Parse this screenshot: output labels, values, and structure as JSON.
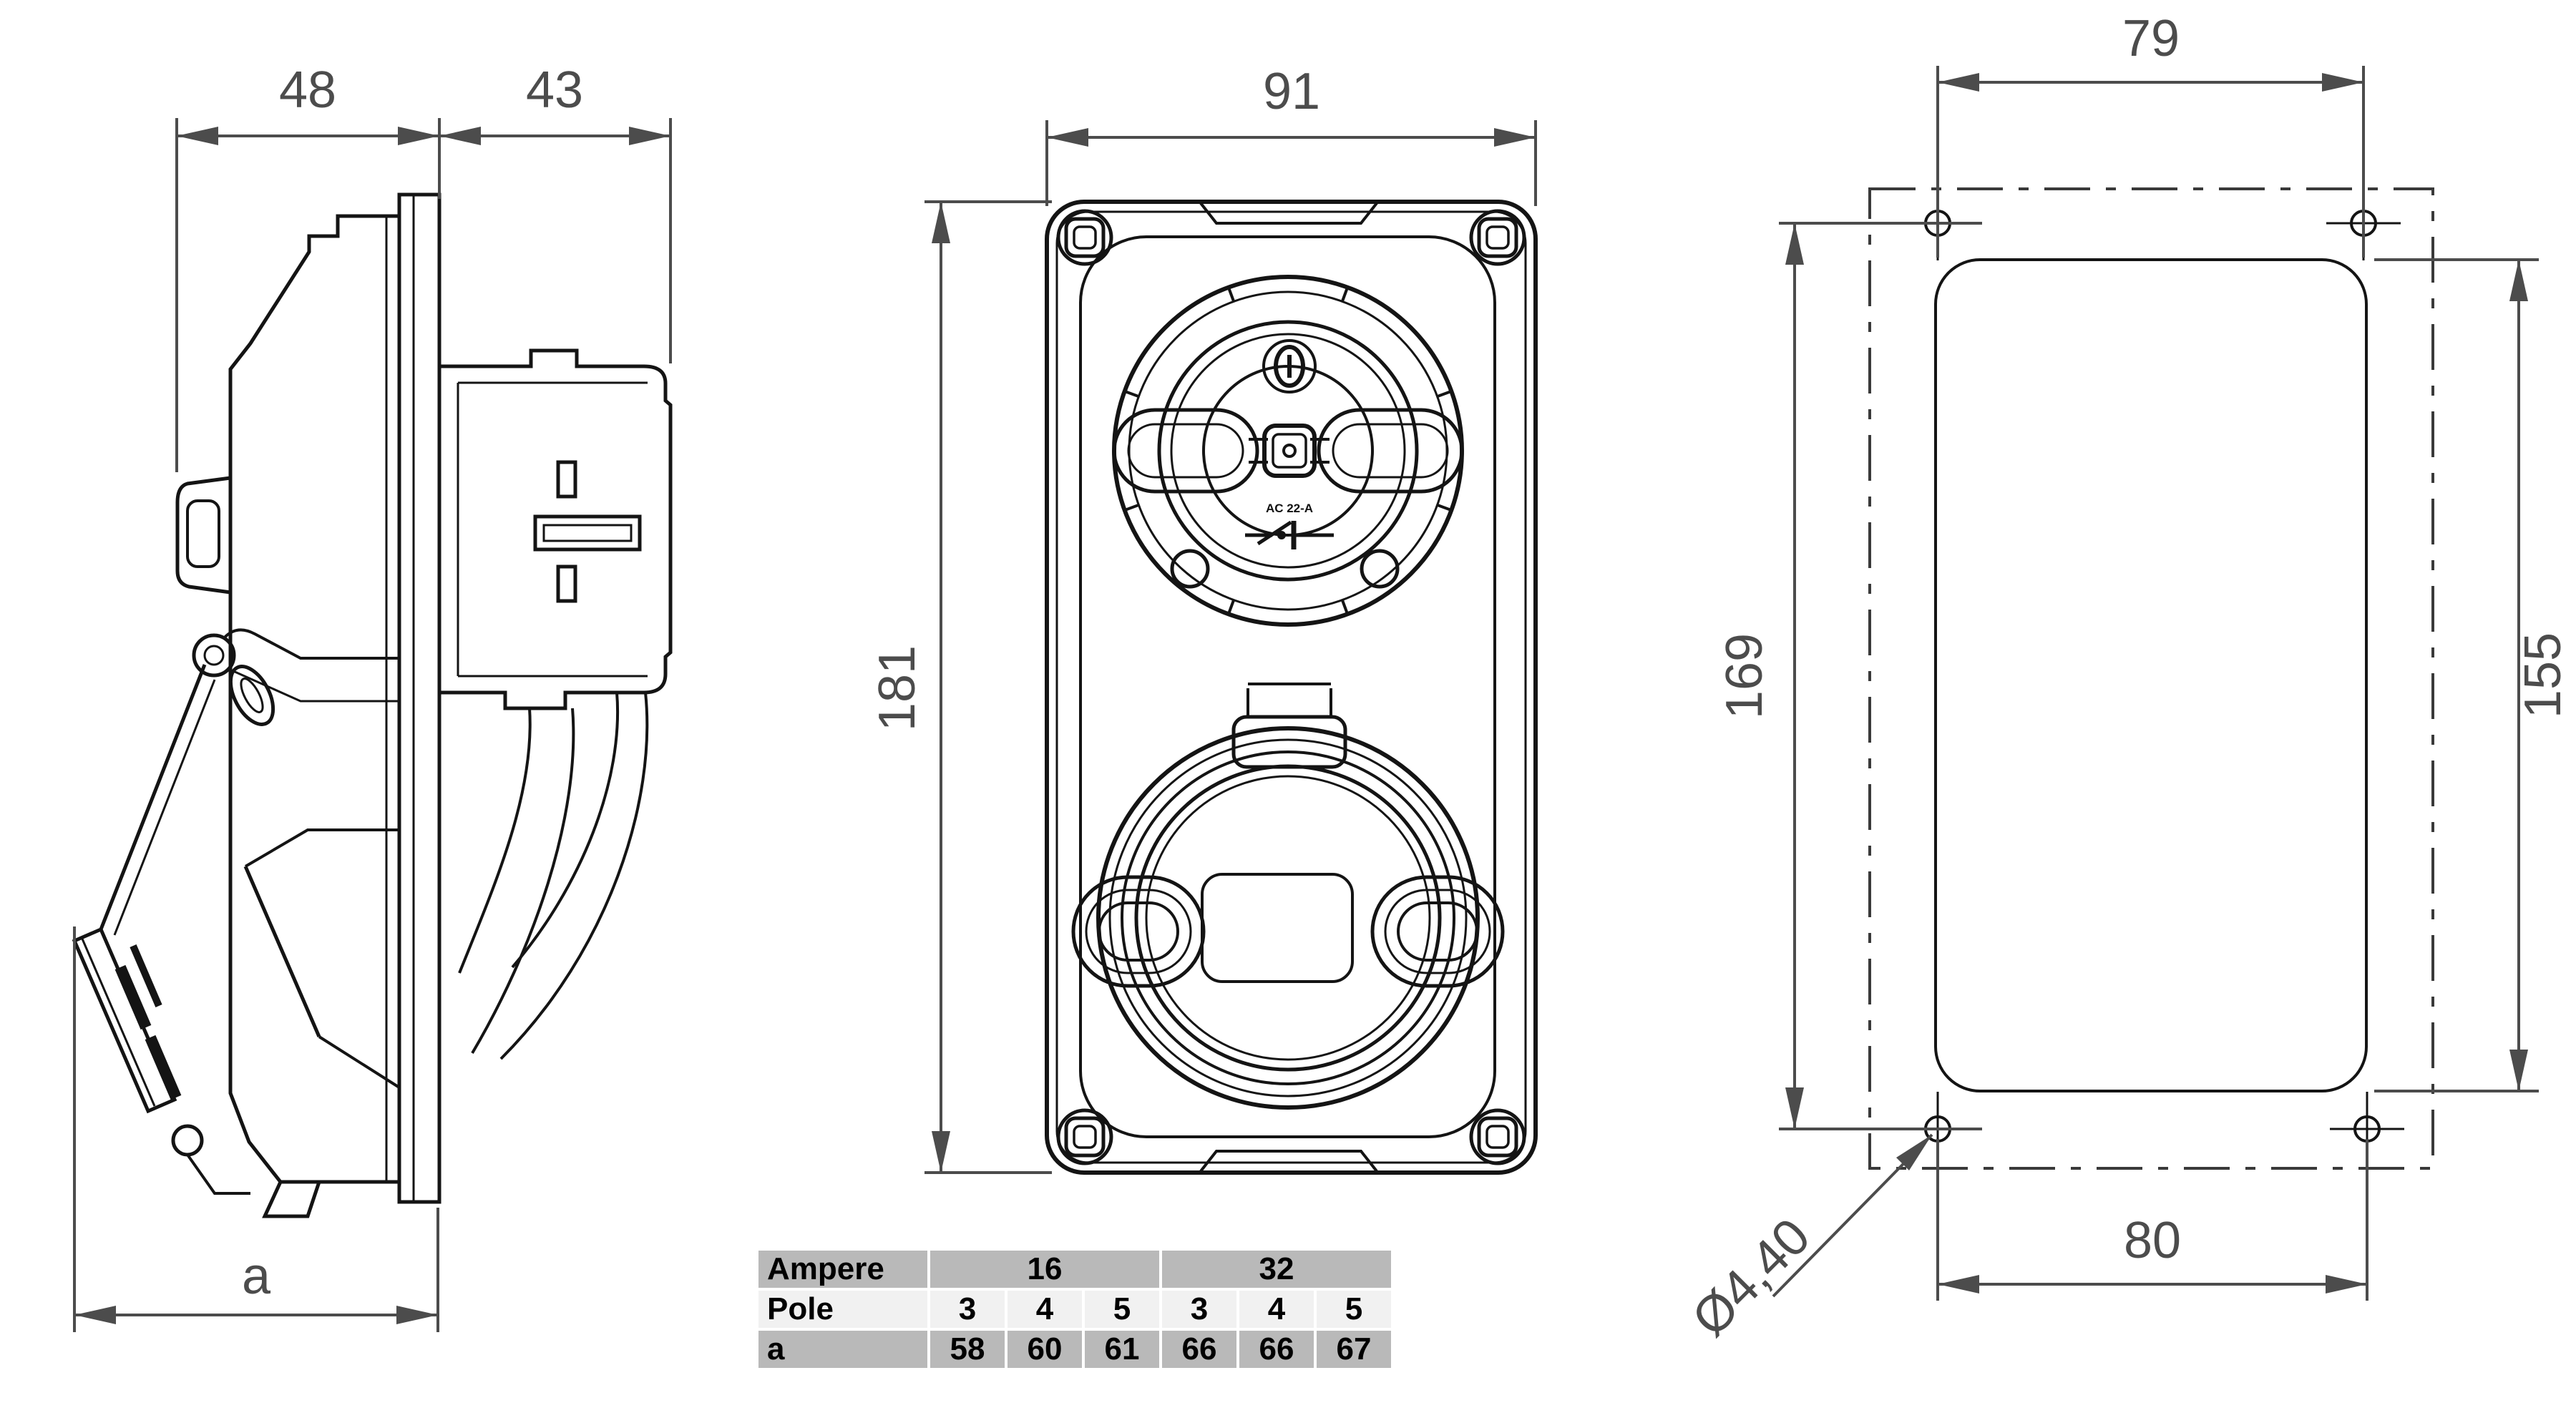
{
  "dimensions": {
    "side_depth_rear": "48",
    "side_depth_inlet": "43",
    "side_depth_total": "a",
    "front_width": "91",
    "front_height": "181",
    "holes_top_spacing": "79",
    "holes_side_spacing": "169",
    "cutout_height": "155",
    "holes_bottom_spacing": "80",
    "hole_diameter": "Ø4,40"
  },
  "front_view": {
    "marking": "AC 22-A"
  },
  "spec_table": {
    "row_ampere": {
      "label": "Ampere",
      "groups": [
        "16",
        "32"
      ]
    },
    "row_pole": {
      "label": "Pole",
      "values": [
        "3",
        "4",
        "5",
        "3",
        "4",
        "5"
      ]
    },
    "row_a": {
      "label": "a",
      "values": [
        "58",
        "60",
        "61",
        "66",
        "66",
        "67"
      ]
    }
  },
  "colors": {
    "line": "#141414",
    "dimension": "#4c4c4c",
    "table_dark": "#b9b9b9",
    "table_light": "#f1f1f1"
  }
}
